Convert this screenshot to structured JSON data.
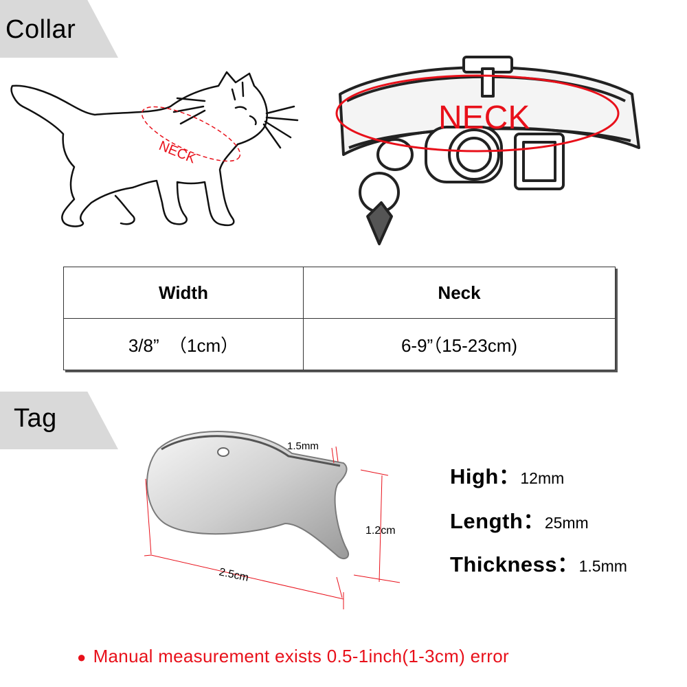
{
  "collar_section": {
    "title": "Collar",
    "cat_neck_label": "NECK",
    "collar_neck_label": "NECK"
  },
  "size_table": {
    "headers": [
      "Width",
      "Neck"
    ],
    "rows": [
      [
        "3/8”  （1cm）",
        "6-9”（15-23cm)"
      ]
    ]
  },
  "tag_section": {
    "title": "Tag",
    "dimensions": {
      "thickness": "1.5mm",
      "height": "1.2cm",
      "length": "2.5cm"
    }
  },
  "specs": [
    {
      "key": "High",
      "sep": "：",
      "value": "12mm"
    },
    {
      "key": "Length",
      "sep": "：",
      "value": "25mm"
    },
    {
      "key": "Thickness",
      "sep": "：",
      "value": "1.5mm"
    }
  ],
  "note": {
    "bullet": "●",
    "text": "Manual measurement exists 0.5-1inch(1-3cm) error"
  },
  "colors": {
    "accent": "#e8101a",
    "banner": "#d9d9d9"
  }
}
